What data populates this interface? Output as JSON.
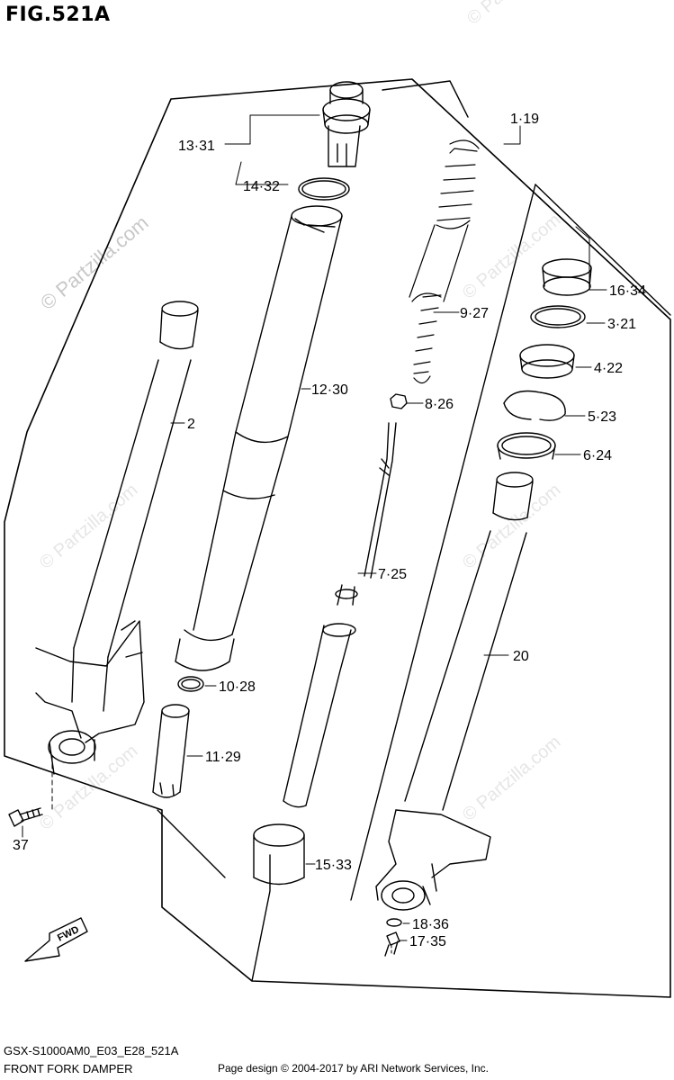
{
  "figure": {
    "title": "FIG.521A",
    "code": "GSX-S1000AM0_E03_E28_521A",
    "caption": "FRONT FORK DAMPER",
    "credit": "Page design © 2004-2017 by ARI Network Services, Inc.",
    "watermark": "© Partzilla.com",
    "fwd_label": "FWD"
  },
  "callouts": [
    {
      "id": "c-1-19",
      "text": "1·19"
    },
    {
      "id": "c-13-31",
      "text": "13·31"
    },
    {
      "id": "c-14-32",
      "text": "14·32"
    },
    {
      "id": "c-12-30",
      "text": "12·30"
    },
    {
      "id": "c-9-27",
      "text": "9·27"
    },
    {
      "id": "c-8-26",
      "text": "8·26"
    },
    {
      "id": "c-7-25",
      "text": "7·25"
    },
    {
      "id": "c-10-28",
      "text": "10·28"
    },
    {
      "id": "c-11-29",
      "text": "11·29"
    },
    {
      "id": "c-15-33",
      "text": "15·33"
    },
    {
      "id": "c-16-34",
      "text": "16·34"
    },
    {
      "id": "c-3-21",
      "text": "3·21"
    },
    {
      "id": "c-4-22",
      "text": "4·22"
    },
    {
      "id": "c-5-23",
      "text": "5·23"
    },
    {
      "id": "c-6-24",
      "text": "6·24"
    },
    {
      "id": "c-20",
      "text": "20"
    },
    {
      "id": "c-18-36",
      "text": "18·36"
    },
    {
      "id": "c-17-35",
      "text": "17·35"
    },
    {
      "id": "c-2",
      "text": "2"
    },
    {
      "id": "c-37",
      "text": "37"
    }
  ]
}
